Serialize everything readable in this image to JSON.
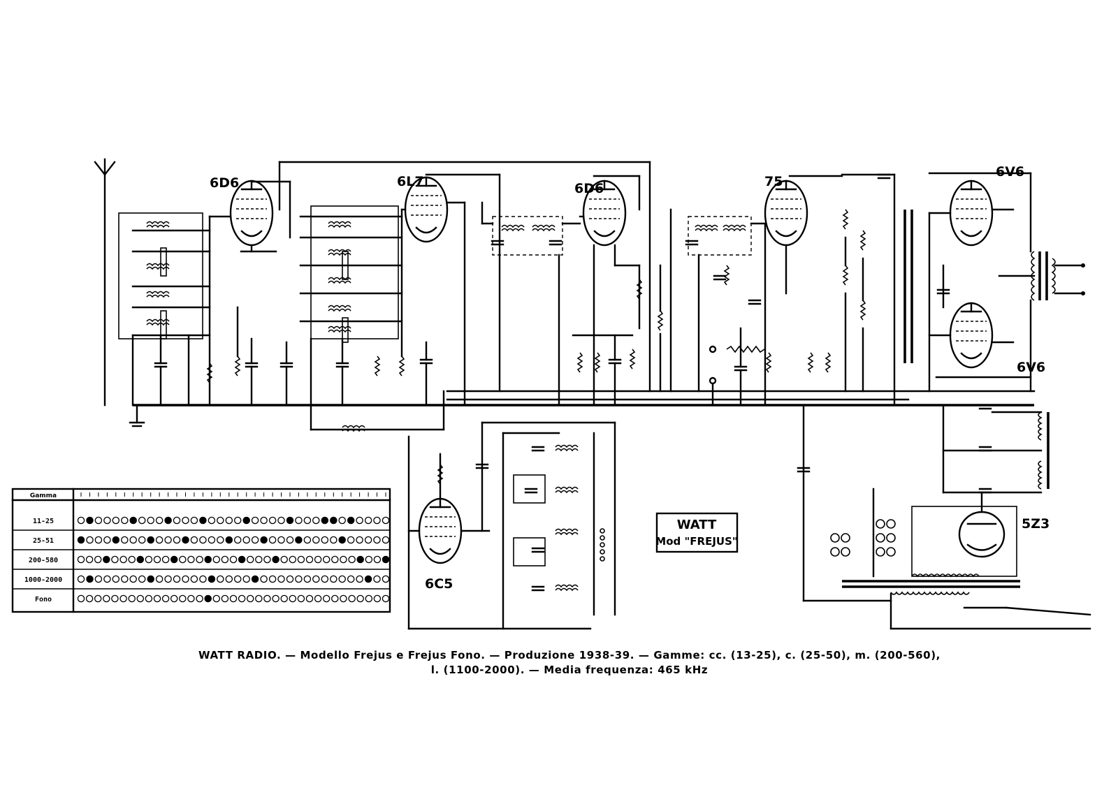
{
  "tubes": {
    "t1": "6D6",
    "t2": "6L7",
    "t3": "6D6",
    "t4": "75",
    "t5": "6V6",
    "t6": "6V6",
    "t7": "6C5",
    "t8": "5Z3"
  },
  "nameplate": {
    "line1": "WATT",
    "line2": "Mod \"FREJUS\""
  },
  "band_table": {
    "header": "Gamma",
    "rows": [
      {
        "label": "11-25",
        "pattern": "oxooooxoooxoooxooooxooooxoooxxoxoooo"
      },
      {
        "label": "25-51",
        "pattern": "xoooxoooxoooxooooxoooxoooxooooxooooo"
      },
      {
        "label": "200-580",
        "pattern": "oooxoooxoooxoooxoooxoooxoooooooooxoox"
      },
      {
        "label": "1000-2000",
        "pattern": "oxooooooxooooooxooooxooooooooooooxoo"
      },
      {
        "label": "Fono",
        "pattern": "oooooooooooooooxooooooooooooooooooooo"
      }
    ]
  },
  "caption": {
    "line1": "WATT RADIO. — Modello Frejus e Frejus Fono. — Produzione 1938-39. — Gamme: cc. (13-25), c. (25-50), m. (200-560),",
    "line2": "l. (1100-2000). — Media frequenza: 465 kHz"
  }
}
